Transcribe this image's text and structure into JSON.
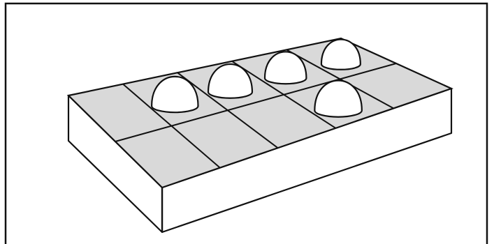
{
  "figure": {
    "kind": "ten-frame",
    "grid": {
      "rows": 2,
      "cols": 5
    },
    "counters": {
      "shape": "dome",
      "count": 5,
      "cells": [
        {
          "row": 0,
          "col": 1
        },
        {
          "row": 0,
          "col": 2
        },
        {
          "row": 0,
          "col": 3
        },
        {
          "row": 0,
          "col": 4
        },
        {
          "row": 1,
          "col": 3
        }
      ]
    },
    "colors": {
      "cell_fill": "#d9d9d9",
      "side_fill": "#ffffff",
      "stroke": "#111111",
      "counter_fill": "#ffffff",
      "border": "#111111"
    }
  }
}
